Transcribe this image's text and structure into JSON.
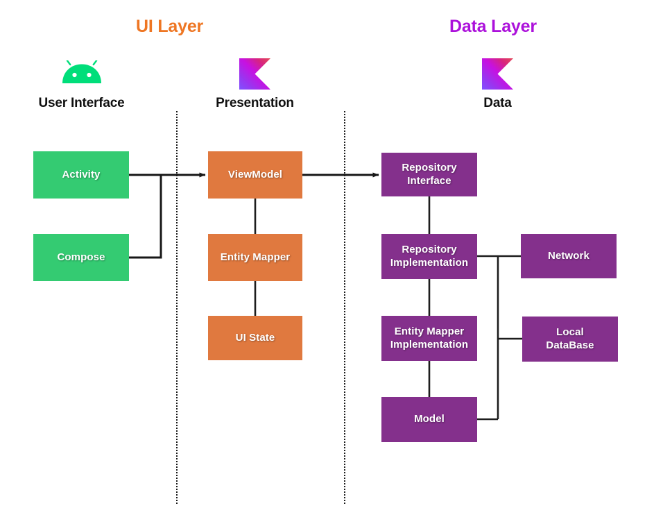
{
  "titles": {
    "ui_layer": "UI Layer",
    "data_layer": "Data Layer"
  },
  "colors": {
    "ui_layer_title": "#EE7623",
    "data_layer_title": "#AC11DB",
    "green_node": "#34CB72",
    "orange_node": "#E0793F",
    "purple_node": "#84308C",
    "connector": "#171717",
    "divider": "#1c1c1c",
    "android_green": "#00DE7A",
    "background": "#FFFFFF"
  },
  "columns": [
    {
      "id": "user-interface",
      "label": "User Interface",
      "icon": "android-logo-icon"
    },
    {
      "id": "presentation",
      "label": "Presentation",
      "icon": "kotlin-logo-icon"
    },
    {
      "id": "data",
      "label": "Data",
      "icon": "kotlin-logo-icon"
    }
  ],
  "nodes": {
    "activity": "Activity",
    "compose": "Compose",
    "viewmodel": "ViewModel",
    "entity_mapper": "Entity Mapper",
    "ui_state": "UI State",
    "repository_interface": "Repository\nInterface",
    "repository_interface_line1": "Repository",
    "repository_interface_line2": "Interface",
    "repository_implementation_line1": "Repository",
    "repository_implementation_line2": "Implementation",
    "entity_mapper_implementation_line1": "Entity Mapper",
    "entity_mapper_implementation_line2": "Implementation",
    "model": "Model",
    "network": "Network",
    "local_database_line1": "Local",
    "local_database_line2": "DataBase"
  },
  "connections": [
    {
      "from": "activity",
      "to": "viewmodel",
      "style": "arrow"
    },
    {
      "from": "compose",
      "to": "viewmodel",
      "style": "arrow"
    },
    {
      "from": "viewmodel",
      "to": "repository-interface",
      "style": "arrow"
    },
    {
      "from": "viewmodel",
      "to": "entity-mapper",
      "style": "line"
    },
    {
      "from": "entity-mapper",
      "to": "ui-state",
      "style": "line"
    },
    {
      "from": "repository-interface",
      "to": "repository-implementation",
      "style": "line"
    },
    {
      "from": "repository-implementation",
      "to": "entity-mapper-implementation",
      "style": "line"
    },
    {
      "from": "entity-mapper-implementation",
      "to": "model",
      "style": "line"
    },
    {
      "from": "repository-implementation",
      "to": "network",
      "style": "line"
    },
    {
      "from": "repository-implementation",
      "to": "local-database",
      "style": "line"
    },
    {
      "from": "model",
      "to": "local-database",
      "style": "line"
    }
  ]
}
